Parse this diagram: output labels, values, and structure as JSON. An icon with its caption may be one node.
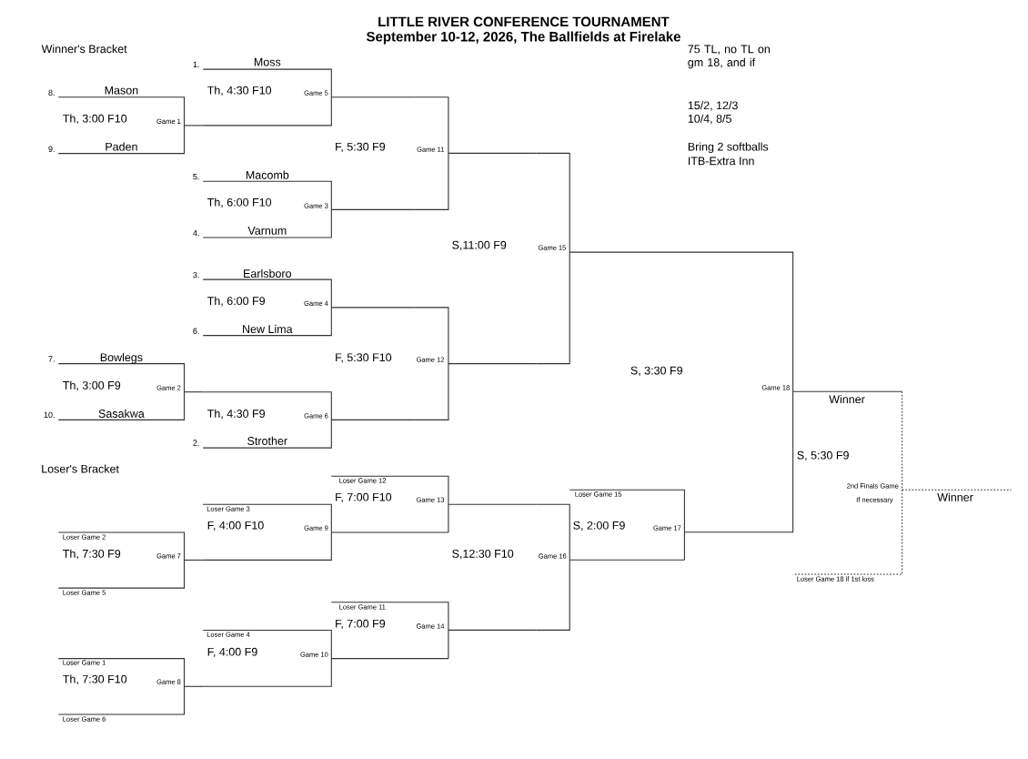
{
  "diagram": {
    "title": "LITTLE RIVER CONFERENCE TOURNAMENT",
    "nodes": [
      {
        "text": [
          "Mason",
          "Th, 3:00 F10",
          "Game 1",
          "Paden"
        ],
        "beside": [
          "8.",
          "9."
        ]
      },
      {
        "text": [
          "Bowlegs",
          "Th, 3:00 F9",
          "Game 2",
          "Sasakwa"
        ],
        "beside": [
          "7.",
          "10."
        ]
      },
      {
        "text": [
          "Macomb",
          "Th, 6:00 F10",
          "Game 3",
          "Varnum"
        ],
        "beside": [
          "5.",
          "4."
        ]
      },
      {
        "text": [
          "Earlsboro",
          "Th, 6:00 F9",
          "Game 4",
          "New Lima"
        ],
        "beside": [
          "3.",
          "6."
        ]
      },
      {
        "text": [
          "Moss",
          "Th, 4:30 F10",
          "Game 5"
        ],
        "beside": [
          "1."
        ]
      },
      {
        "text": [
          "Th, 4:30 F9",
          "Game 6",
          "Strother"
        ],
        "beside": [
          "2."
        ]
      },
      {
        "text": [
          "Loser Game 2",
          "Th, 7:30 F9",
          "Game 7",
          "Loser Game 5"
        ]
      },
      {
        "text": [
          "Loser Game 1",
          "Th, 7:30 F10",
          "Game 8",
          "Loser Game 6"
        ]
      },
      {
        "text": [
          "Loser Game 3",
          "F, 4:00 F10",
          "Game 9"
        ]
      },
      {
        "text": [
          "Loser Game 4",
          "F, 4:00 F9",
          "Game 10"
        ]
      },
      {
        "text": [
          "Game 11"
        ]
      },
      {
        "text": [
          "Game 12"
        ]
      },
      {
        "text": [
          "Loser Game 12",
          "F, 7:00 F10",
          "Game 13"
        ]
      },
      {
        "text": [
          "Loser Game 11",
          "F, 7:00 F9",
          "Game 14"
        ]
      },
      {
        "text": [
          "Game 15"
        ]
      },
      {
        "text": [
          "Game 16"
        ]
      },
      {
        "text": [
          "Loser Game 15",
          "S, 2:00 F9",
          "Game 17"
        ]
      },
      {
        "text": [
          "Game 18"
        ]
      },
      {
        "text": [
          "S, 5:30 F9",
          "2nd Finals Game",
          "If necessary",
          "Loser Game 18 if 1st loss"
        ]
      }
    ],
    "edges": [
      {
        "from": 0,
        "to": 4,
        "arrow": "none"
      },
      {
        "from": 1,
        "to": 5,
        "arrow": "none"
      },
      {
        "from": 4,
        "to": 10,
        "arrow": "none"
      },
      {
        "from": 2,
        "to": 10,
        "arrow": "none"
      },
      {
        "from": 3,
        "to": 11,
        "arrow": "none"
      },
      {
        "from": 5,
        "to": 11,
        "arrow": "none"
      },
      {
        "from": 10,
        "to": 14,
        "arrow": "none"
      },
      {
        "from": 11,
        "to": 14,
        "arrow": "none"
      },
      {
        "from": 14,
        "to": 17,
        "arrow": "none"
      },
      {
        "from": 6,
        "to": 8,
        "arrow": "none"
      },
      {
        "from": 7,
        "to": 9,
        "arrow": "none"
      },
      {
        "from": 8,
        "to": 12,
        "arrow": "none"
      },
      {
        "from": 9,
        "to": 13,
        "arrow": "none"
      },
      {
        "from": 12,
        "to": 15,
        "arrow": "none"
      },
      {
        "from": 13,
        "to": 15,
        "arrow": "none"
      },
      {
        "from": 15,
        "to": 16,
        "arrow": "none"
      },
      {
        "from": 16,
        "to": 17,
        "arrow": "none"
      },
      {
        "from": 17,
        "to": 18,
        "arrow": "none",
        "label": "Winner"
      },
      {
        "from": 18,
        "to": null,
        "arrow": "none",
        "label": "Winner",
        "style": "dashed"
      }
    ],
    "labels": [
      "September 10-12, 2026, The Ballfields at Firelake",
      "Winner's Bracket",
      "75 TL, no TL on gm 18, and if",
      "15/2, 12/3",
      "10/4, 8/5",
      "F, 5:30 F9",
      "Bring 2 softballs",
      "ITB-Extra Inn",
      "S,11:00 F9",
      "F, 5:30 F10",
      "S, 3:30 F9",
      "Loser's Bracket",
      "S,12:30 F10"
    ]
  }
}
